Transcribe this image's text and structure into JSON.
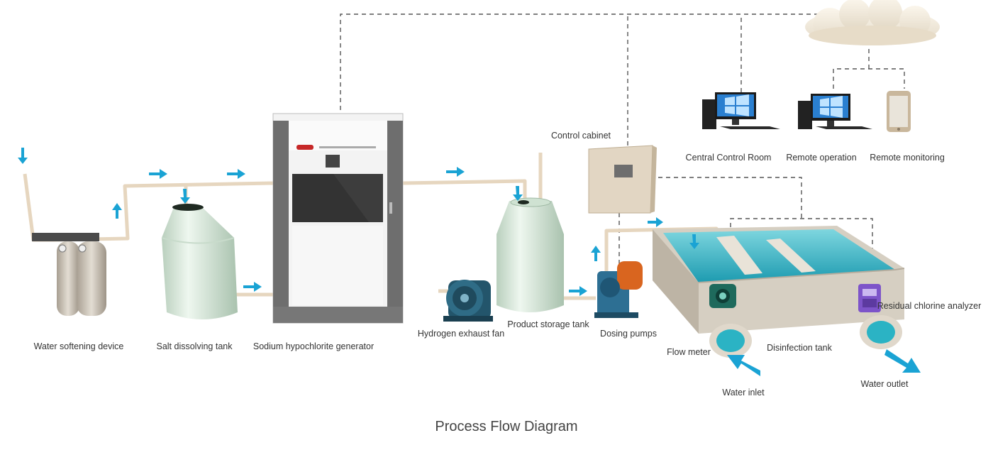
{
  "title": "Process Flow Diagram",
  "components": {
    "water_softening_device": "Water softening device",
    "salt_dissolving_tank": "Salt dissolving tank",
    "sodium_hypochlorite_generator": "Sodium hypochlorite generator",
    "hydrogen_exhaust_fan": "Hydrogen exhaust fan",
    "product_storage_tank": "Product storage tank",
    "dosing_pumps": "Dosing pumps",
    "control_cabinet": "Control cabinet",
    "central_control_room": "Central Control Room",
    "remote_operation": "Remote operation",
    "remote_monitoring": "Remote monitoring",
    "flow_meter": "Flow meter",
    "disinfection_tank": "Disinfection tank",
    "residual_chlorine_analyzer": "Residual chlorine analyzer",
    "water_inlet": "Water inlet",
    "water_outlet": "Water outlet"
  },
  "colors": {
    "pipe": "#e6d6bf",
    "flow_arrow": "#1aa3d4",
    "tank": "#dfeee0",
    "cabinet_gray": "#7a7a7a",
    "water": "#2fb7c9",
    "concrete": "#d9d2c6",
    "dashed_link": "#555555"
  },
  "icons": [
    "cloud-icon",
    "desktop-computer-icon",
    "smartphone-icon",
    "flow-arrow-icon"
  ]
}
